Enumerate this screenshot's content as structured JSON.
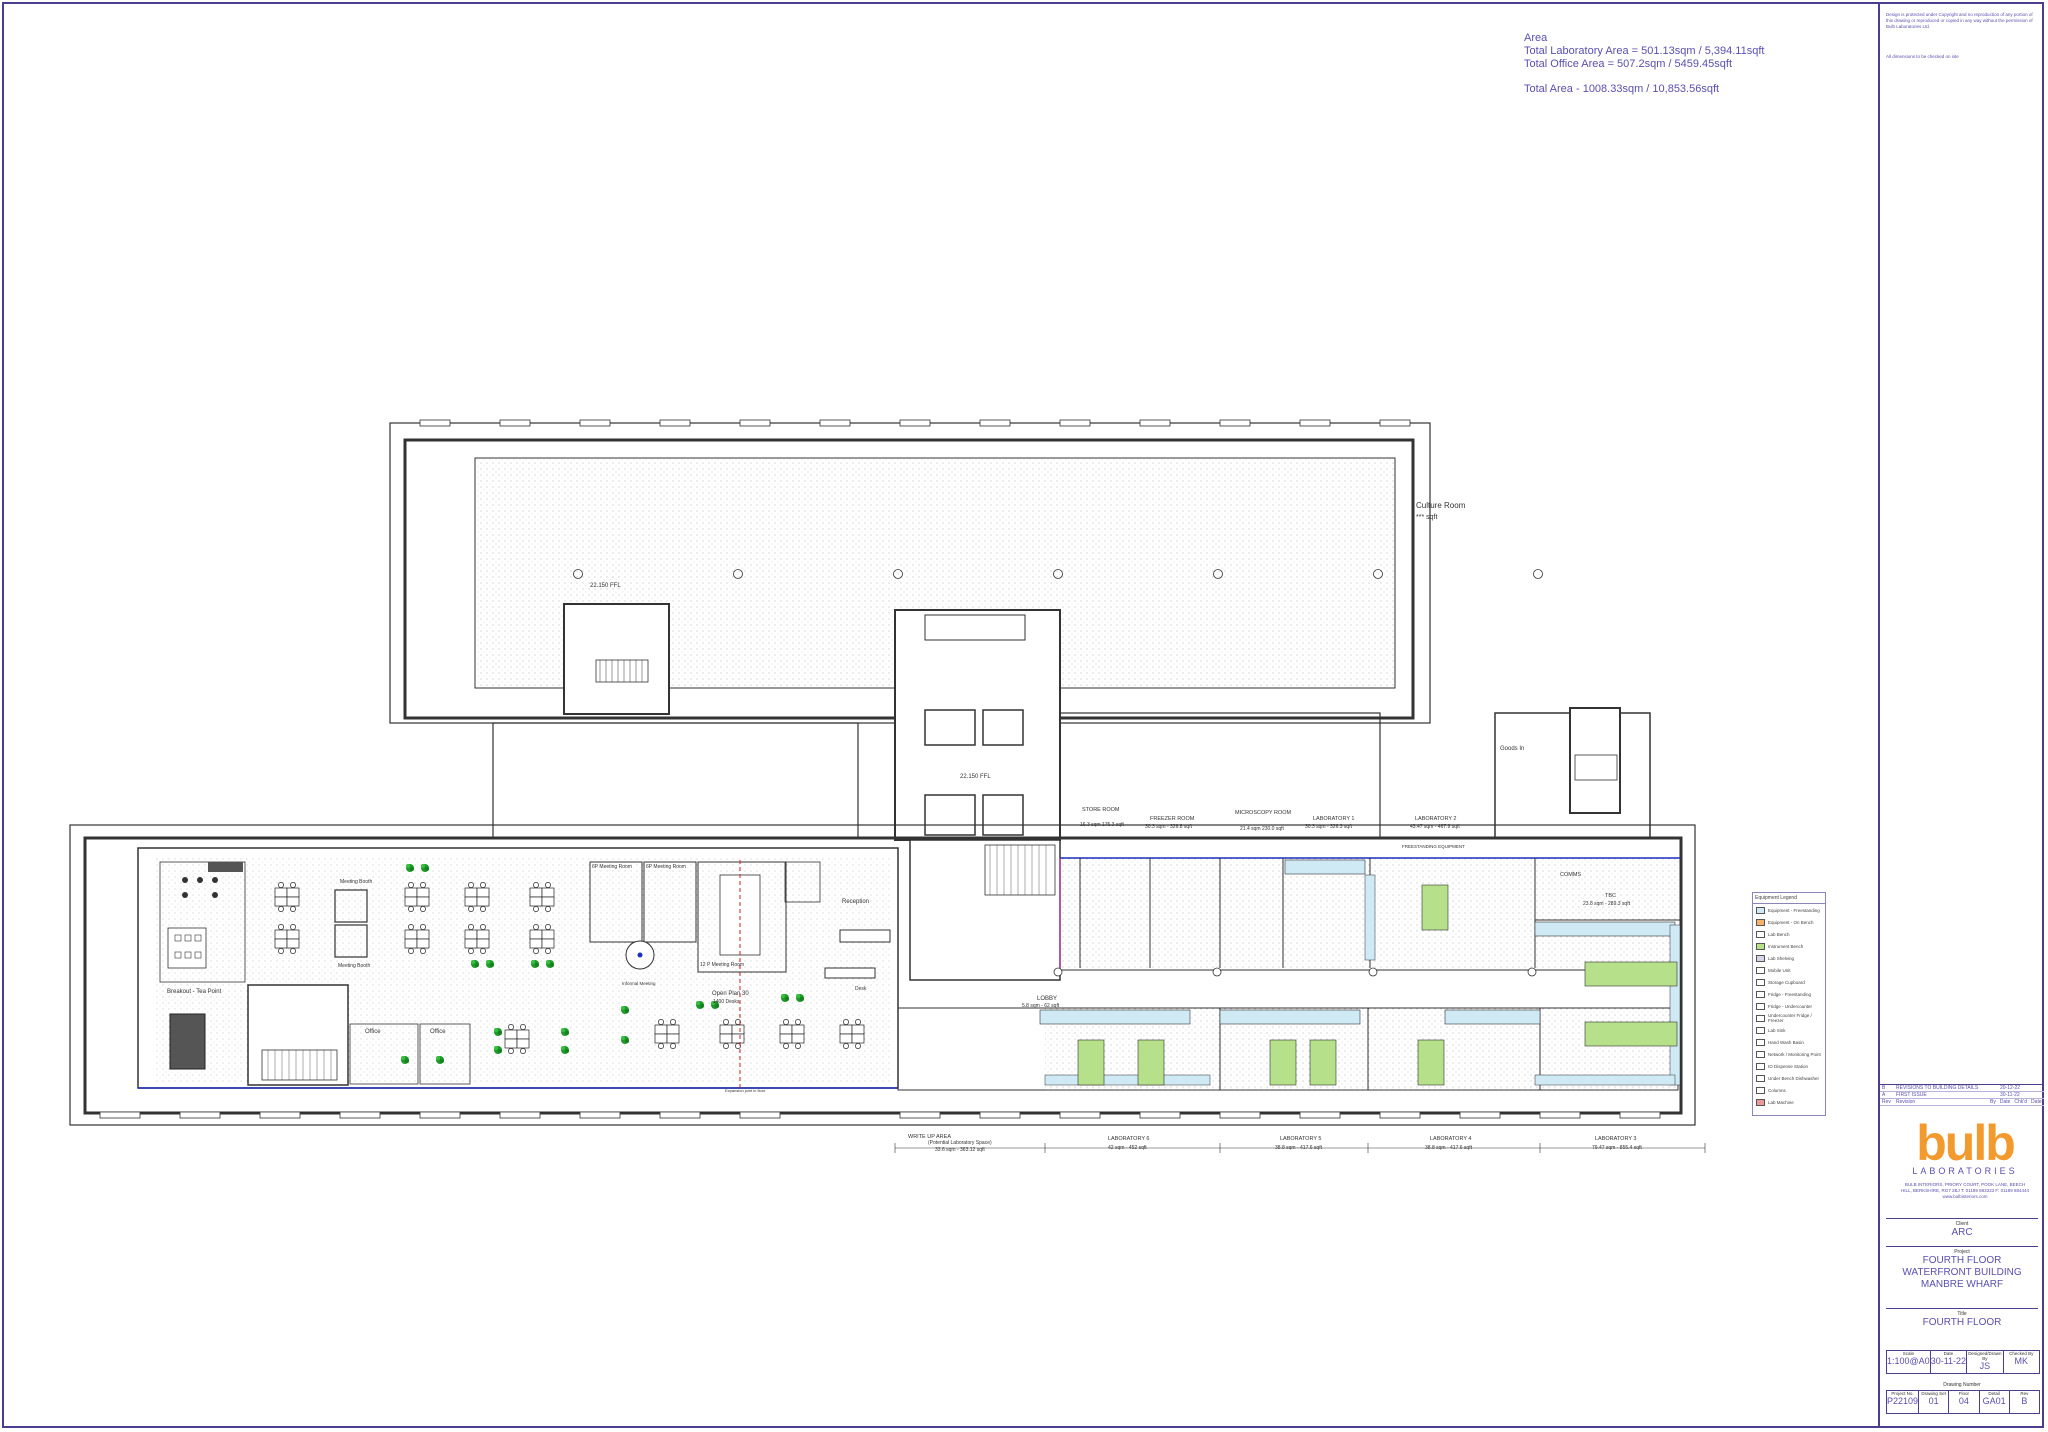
{
  "area": {
    "heading": "Area",
    "lab_area": "Total Laboratory Area = 501.13sqm / 5,394.11sqft",
    "office_area": "Total Office Area = 507.2sqm / 5459.45sqft",
    "total_area": "Total Area - 1008.33sqm / 10,853.56sqft"
  },
  "rooms": {
    "culture_room": "Culture Room",
    "culture_room_area": "*** sqft",
    "ffl_upper": "22.150 FFL",
    "ffl_core": "22.150 FFL",
    "store_room": "STORE ROOM",
    "store_room_area": "16.3 sqm 175.3 sqft",
    "freezer_room": "FREEZER ROOM",
    "freezer_room_area": "30.3 sqm - 326.8 sqft",
    "microscopy_room": "MICROSCOPY ROOM",
    "microscopy_room_area": "21.4 sqm 230.0 sqft",
    "laboratory_1": "LABORATORY 1",
    "laboratory_1_area": "30.3 sqm - 326.3 sqft",
    "laboratory_2": "LABORATORY 2",
    "laboratory_2_area": "43.47 sqm - 467.9 sqft",
    "goods_in": "Goods In",
    "comms": "COMMS",
    "tbc": "TBC",
    "tbc_area": "23.8 sqm - 289.3 sqft",
    "lobby": "LOBBY",
    "lobby_area": "5.8 sqm - 62 sqft",
    "reception": "Reception",
    "desk": "Desk",
    "open_plan": "Open Plan 30",
    "open_plan_desks": "1400 Desks",
    "meeting_room_12p": "12 P Meeting Room",
    "meeting_room_6p_a": "6P Meeting Room",
    "meeting_room_6p_b": "6P Meeting Room",
    "meeting_booth_a": "Meeting Booth",
    "meeting_booth_b": "Meeting Booth",
    "informal_meeting": "Informal Meeting",
    "breakout": "Breakout - Tea Point",
    "office_a": "Office",
    "office_b": "Office",
    "expansion_joint": "Expansion joint in floor",
    "free_standing": "FREESTANDING EQUIPMENT"
  },
  "bottom_labels": [
    {
      "name": "WRITE UP AREA",
      "sub": "(Potential Laboratory Space)",
      "area": "33.6 sqm - 363.12 sqft"
    },
    {
      "name": "LABORATORY 6",
      "sub": "",
      "area": "42 sqm - 452 sqft"
    },
    {
      "name": "LABORATORY 5",
      "sub": "",
      "area": "38.8 sqm - 417.6 sqft"
    },
    {
      "name": "LABORATORY 4",
      "sub": "",
      "area": "38.8 sqm - 417.6 sqft"
    },
    {
      "name": "LABORATORY 3",
      "sub": "",
      "area": "79.47 sqm - 855.4 sqft"
    }
  ],
  "legend": {
    "title": "Equipment Legend",
    "items": [
      {
        "label": "Equipment - Freestanding",
        "color": "#cfe9f5"
      },
      {
        "label": "Equipment - On Bench",
        "color": "#f6b26b"
      },
      {
        "label": "Lab Bench",
        "color": "#ffffff"
      },
      {
        "label": "Instrument Bench",
        "color": "#b6e08a"
      },
      {
        "label": "Lab Shelving",
        "color": "#d9d2e9"
      },
      {
        "label": "Mobile Unit",
        "color": "#ffffff"
      },
      {
        "label": "Storage Cupboard",
        "color": "#ffffff"
      },
      {
        "label": "Fridge - Freestanding",
        "color": "#ffffff"
      },
      {
        "label": "Fridge - Undercounter",
        "color": "#ffffff"
      },
      {
        "label": "Undercounter Fridge / Freezer",
        "color": "#ffffff"
      },
      {
        "label": "Lab Sink",
        "color": "#ffffff"
      },
      {
        "label": "Hand Wash Basin",
        "color": "#ffffff"
      },
      {
        "label": "Network / Monitoring Point",
        "color": "#ffffff"
      },
      {
        "label": "IO Dispense Station",
        "color": "#ffffff"
      },
      {
        "label": "Under Bench Dishwasher",
        "color": "#ffffff"
      },
      {
        "label": "Columns",
        "color": "#ffffff"
      },
      {
        "label": "Lab Machine",
        "color": "#ea9999"
      }
    ]
  },
  "title_block": {
    "note": "Design is protected under Copyright and no reproduction of any portion of this drawing or reproduced or copied in any way without the permission of Bulb Laboratories Ltd.",
    "note2": "All dimensions to be checked on site",
    "revisions": [
      {
        "rev": "B",
        "desc": "REVISIONS TO BUILDING DETAILS",
        "date": "20-12-22"
      },
      {
        "rev": "A",
        "desc": "FIRST ISSUE",
        "date": "30-11-22"
      }
    ],
    "rev_header": [
      "Rev",
      "Revision",
      "By",
      "Date",
      "Chk'd",
      "Date"
    ],
    "logo": "bulb",
    "logo_sub": "LABORATORIES",
    "address": "BULB INTERIORS, PRIORY COURT, POOK LANE, BEECH HILL, BERKSHIRE, RG7 2BJ  T: 01189 883333  F: 01189 884444  www.bulbinteriors.com",
    "client_label": "Client",
    "client": "ARC",
    "project_label": "Project",
    "project_line1": "FOURTH FLOOR",
    "project_line2": "WATERFRONT BUILDING",
    "project_line3": "MANBRE WHARF",
    "title_label": "Title",
    "title": "FOURTH FLOOR",
    "row1": [
      {
        "label": "Scale",
        "value": "1:100@A0"
      },
      {
        "label": "Date",
        "value": "30-11-22"
      },
      {
        "label": "Designed/Drawn By",
        "value": "JS"
      },
      {
        "label": "Checked By",
        "value": "MK"
      }
    ],
    "drawing_number_label": "Drawing Number",
    "row2": [
      {
        "label": "Project No.",
        "value": "P22109"
      },
      {
        "label": "Drawing Set",
        "value": "01"
      },
      {
        "label": "Floor",
        "value": "04"
      },
      {
        "label": "Detail",
        "value": "GA01"
      },
      {
        "label": "Rev",
        "value": "B"
      }
    ]
  }
}
